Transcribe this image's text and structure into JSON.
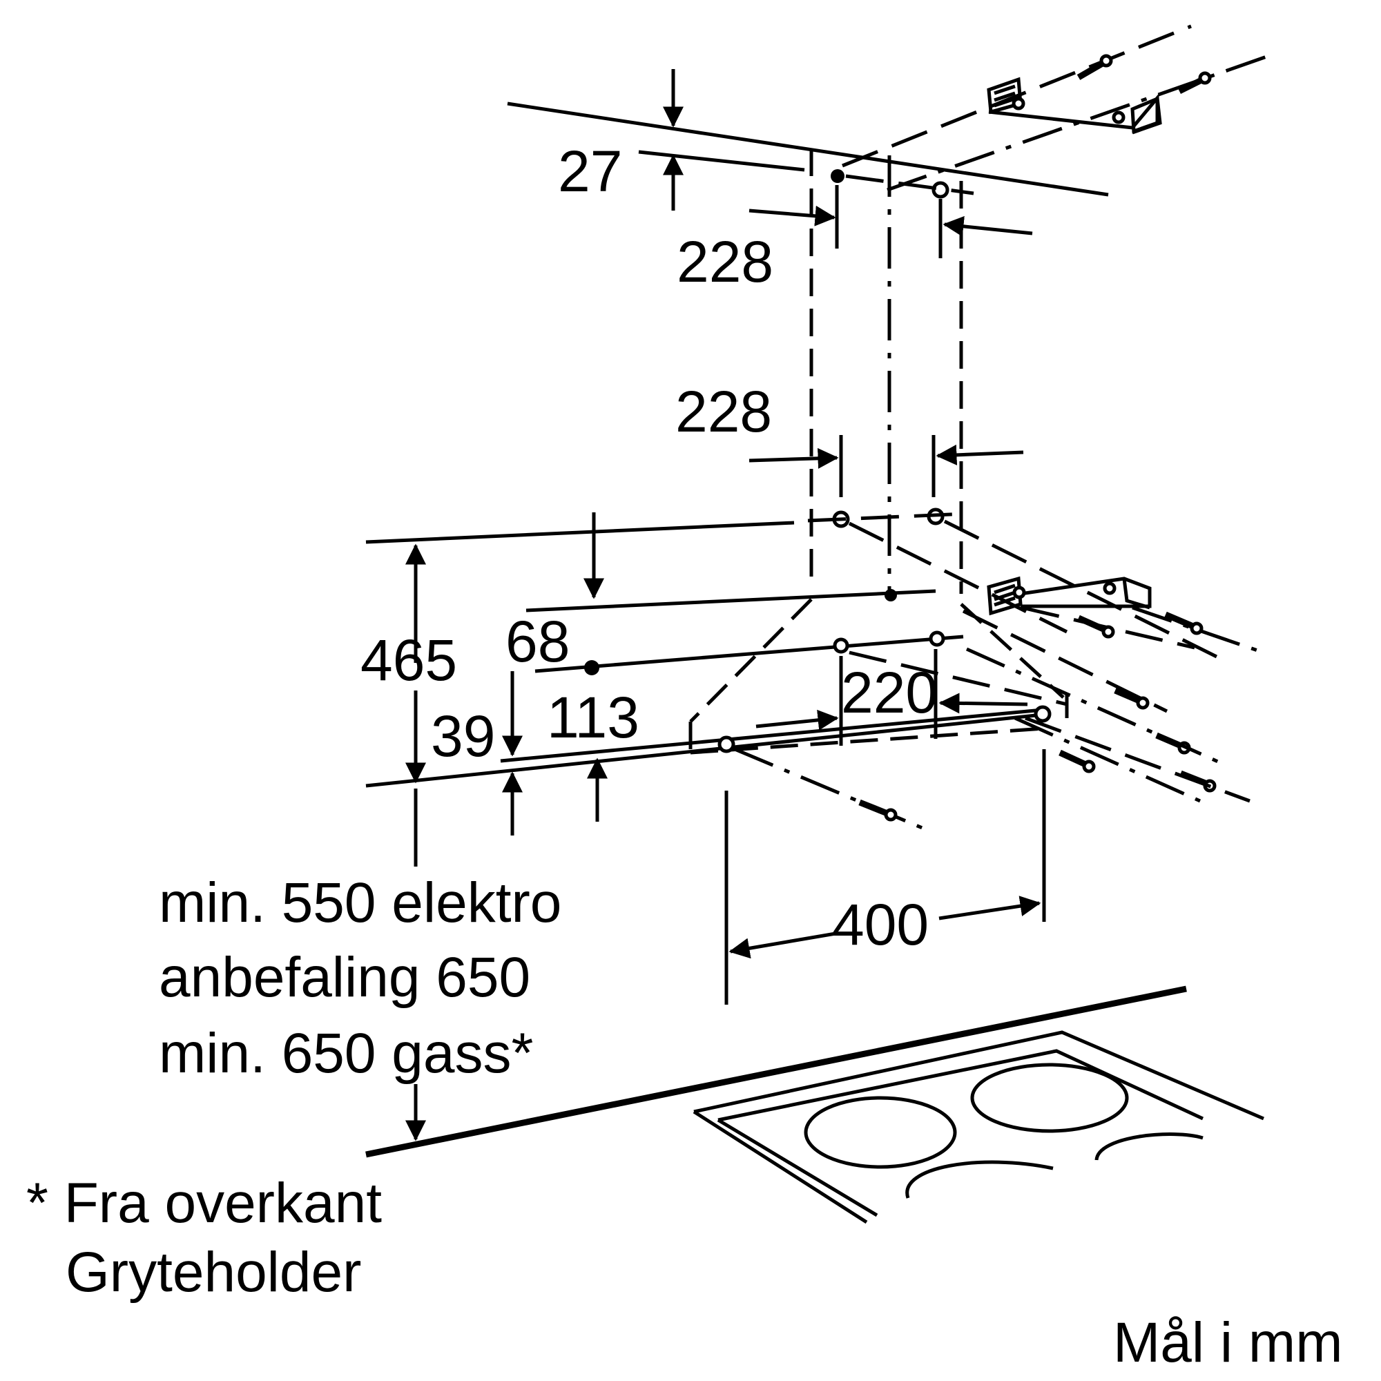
{
  "dimensions": {
    "top_offset": "27",
    "upper_bracket_width": "228",
    "lower_bracket_width": "228",
    "hood_height": "465",
    "upper_offset": "68",
    "lower_offset": "39",
    "middle_offset": "113",
    "hole_spacing": "220",
    "hood_width": "400"
  },
  "clearance_notes": {
    "electric_min": "min. 550 elektro",
    "recommended": "anbefaling 650",
    "gas_min": "min. 650 gass*"
  },
  "footnote": {
    "line1": "* Fra overkant",
    "line2": "Gryteholder"
  },
  "units_label": "Mål i mm",
  "colors": {
    "ink": "#000000",
    "background": "#ffffff"
  }
}
